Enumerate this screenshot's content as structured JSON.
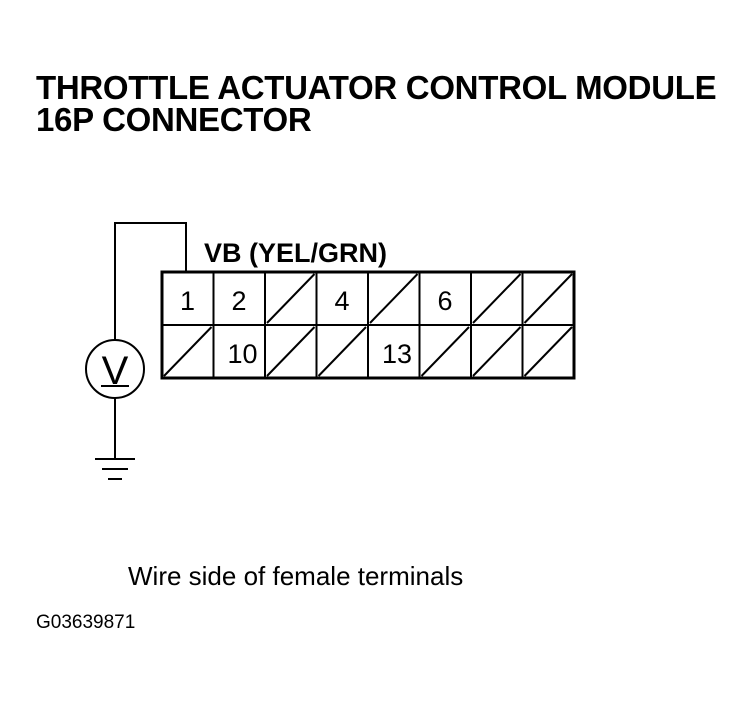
{
  "title": {
    "line1": "THROTTLE ACTUATOR CONTROL MODULE",
    "line2": "16P CONNECTOR"
  },
  "wire_label": "VB (YEL/GRN)",
  "meter_symbol": "V",
  "connector": {
    "row1": [
      "1",
      "2",
      "",
      "4",
      "",
      "6",
      "",
      ""
    ],
    "row2": [
      "",
      "10",
      "",
      "",
      "13",
      "",
      "",
      ""
    ]
  },
  "caption": "Wire side of female terminals",
  "figure_id": "G03639871"
}
